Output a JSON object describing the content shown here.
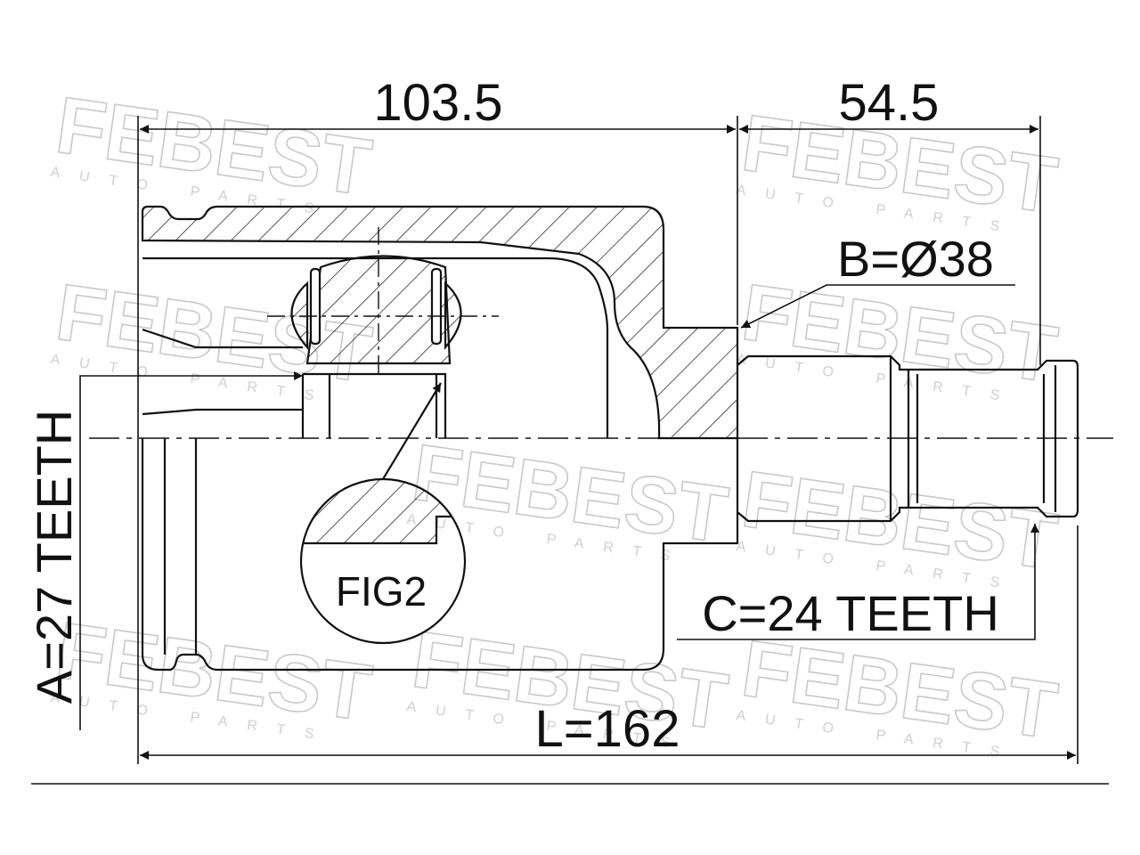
{
  "watermark": {
    "brand": "FEBEST",
    "sub": "AUTO PARTS"
  },
  "dimensions": {
    "top_left": "103.5",
    "top_right": "54.5",
    "b_label": "B=Ø38",
    "c_label": "C=24 TEETH",
    "a_label": "A=27 TEETH",
    "l_label": "L=162"
  },
  "figure": {
    "detail_label": "FIG2"
  }
}
